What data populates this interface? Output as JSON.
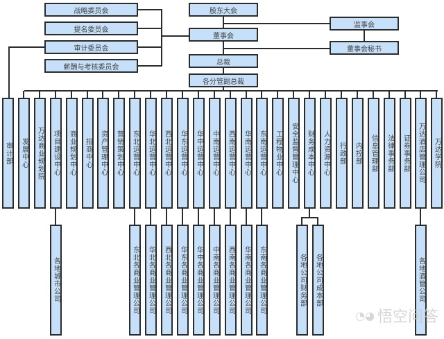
{
  "diagram": {
    "title_nodes": {
      "shareholders": "股东大会",
      "board": "董事会",
      "supervisory": "监事会",
      "board_secretary": "董事会秘书",
      "president": "总裁",
      "vice_presidents": "各分管副总裁"
    },
    "committees": [
      "战略委员会",
      "提名委员会",
      "审计委员会",
      "薪酬与考核委员会"
    ],
    "audit_dept": "审计部",
    "departments": [
      "发展中心",
      "万达商业规划院",
      "项目建设中心",
      "商业规划中心",
      "招商中心",
      "资产管理中心",
      "营销策划中心",
      "东北运营中心",
      "华北运营中心",
      "西北运营中心",
      "华东运营中心",
      "华中运营中心",
      "中南运营中心",
      "西南运营中心",
      "华南运营中心",
      "东南运营中心",
      "工程物业中心",
      "安全监督管理中心",
      "财务成本中心",
      "人力资源中心",
      "行政部",
      "内控部",
      "信息管理部",
      "法律事务部",
      "证券事务部",
      "万达酒店管理公司",
      "万达学院"
    ],
    "sub_units": {
      "project_construction": "各地城市公司",
      "regional": [
        "东北各商业管理公司",
        "华北各商业管理公司",
        "西北各商业管理公司",
        "华东各商业管理公司",
        "华中各商业管理公司",
        "中南各商业管理公司",
        "西南各商业管理公司",
        "华南各商业管理公司",
        "东南各商业管理公司"
      ],
      "finance": [
        "各地公司财务部",
        "各地公司成本部"
      ],
      "hotel": "各地酒管公司"
    }
  },
  "watermark": {
    "text": "悟空问答",
    "icon": "wukong-logo-icon"
  },
  "colors": {
    "box_fill": "#c5e0f8",
    "line": "#2b2b2b"
  }
}
